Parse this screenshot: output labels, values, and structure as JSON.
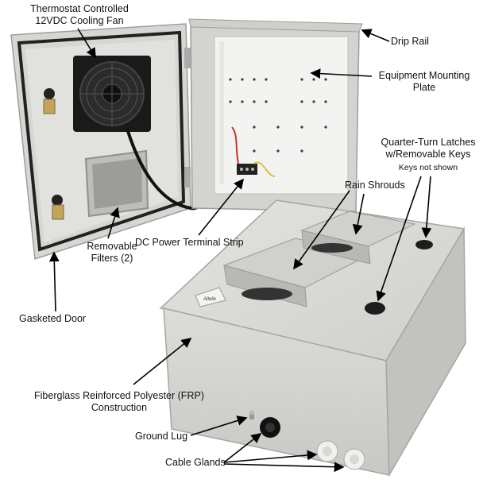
{
  "callouts": {
    "fan": "Thermostat Controlled\n12VDC Cooling Fan",
    "drip_rail": "Drip Rail",
    "mounting_plate": "Equipment Mounting\nPlate",
    "latches": "Quarter-Turn Latches\nw/Removable Keys",
    "keys_note": "Keys not shown",
    "rain_shrouds": "Rain Shrouds",
    "terminal_strip": "DC Power Terminal Strip",
    "filters": "Removable\nFilters (2)",
    "door": "Gasketed Door",
    "frp": "Fiberglass Reinforced Polyester (FRP)\nConstruction",
    "ground_lug": "Ground Lug",
    "cable_glands": "Cable Glands"
  },
  "brand_plate_text": "Altelix",
  "colors": {
    "enclosure_gray": "#d9d9d6",
    "enclosure_shadow": "#b9b9b5",
    "plate_white": "#f3f3f1",
    "fan_black": "#1a1a1a",
    "arrow": "#000000"
  }
}
